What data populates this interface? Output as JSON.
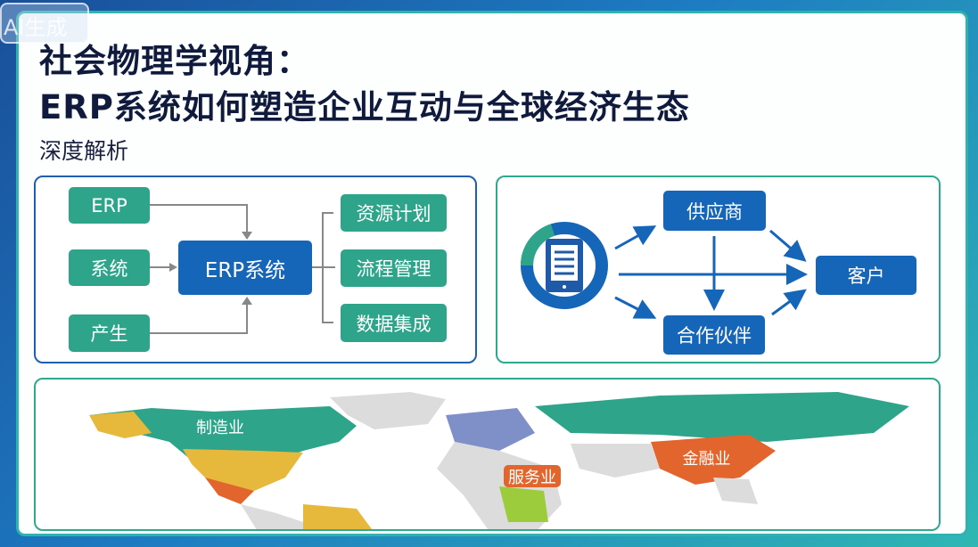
{
  "badge": "AI生成",
  "title": {
    "line1": "社会物理学视角：",
    "line2": "ERP系统如何塑造企业互动与全球经济生态",
    "subtitle": "深度解析"
  },
  "left_diagram": {
    "inputs": [
      "ERP",
      "系统",
      "产生"
    ],
    "center": "ERP系统",
    "outputs": [
      "资源计划",
      "流程管理",
      "数据集成"
    ]
  },
  "right_diagram": {
    "source_icon": "tablet-document-icon",
    "supplier": "供应商",
    "partner": "合作伙伴",
    "customer": "客户"
  },
  "map": {
    "labels": {
      "manufacturing": "制造业",
      "services": "服务业",
      "finance": "金融业"
    }
  },
  "colors": {
    "green": "#2ea58a",
    "blue": "#1565b8",
    "teal_border": "#2fb3b0",
    "orange": "#e2652d"
  }
}
